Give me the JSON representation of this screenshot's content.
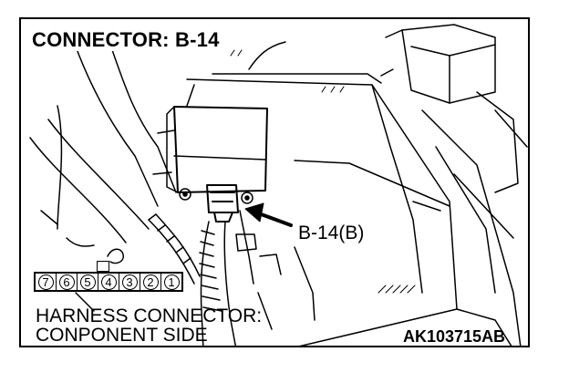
{
  "title": "CONNECTOR: B-14",
  "callout": "B-14(B)",
  "harness_lines": [
    "HARNESS CONNECTOR:",
    "CONPONENT SIDE"
  ],
  "figure_code": "AK103715AB",
  "pins": [
    "7",
    "6",
    "5",
    "4",
    "3",
    "2",
    "1"
  ]
}
